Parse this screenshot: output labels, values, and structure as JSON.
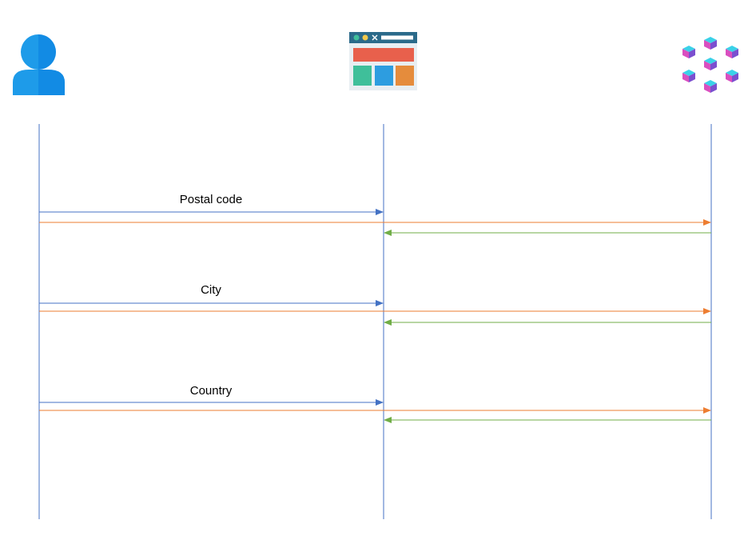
{
  "participants": [
    {
      "icon": "user-icon",
      "color": "#1e9be9"
    },
    {
      "icon": "web-app-window-icon",
      "colors": {
        "titlebar": "#2b6a8a",
        "header": "#e8604c",
        "block1": "#3fbf9a",
        "block2": "#2d9de0",
        "block3": "#e58c3c"
      }
    },
    {
      "icon": "cubes-api-icon",
      "colors": {
        "top": "#3ad1e8",
        "left": "#d94fc0",
        "right": "#7b4fcf"
      }
    }
  ],
  "colors": {
    "lifeline": "#4472c4",
    "user_to_app": "#4472c4",
    "user_to_service": "#ed7d31",
    "service_to_app": "#70ad47"
  },
  "messages": [
    {
      "label": "Postal code"
    },
    {
      "label": "City"
    },
    {
      "label": "Country"
    }
  ]
}
